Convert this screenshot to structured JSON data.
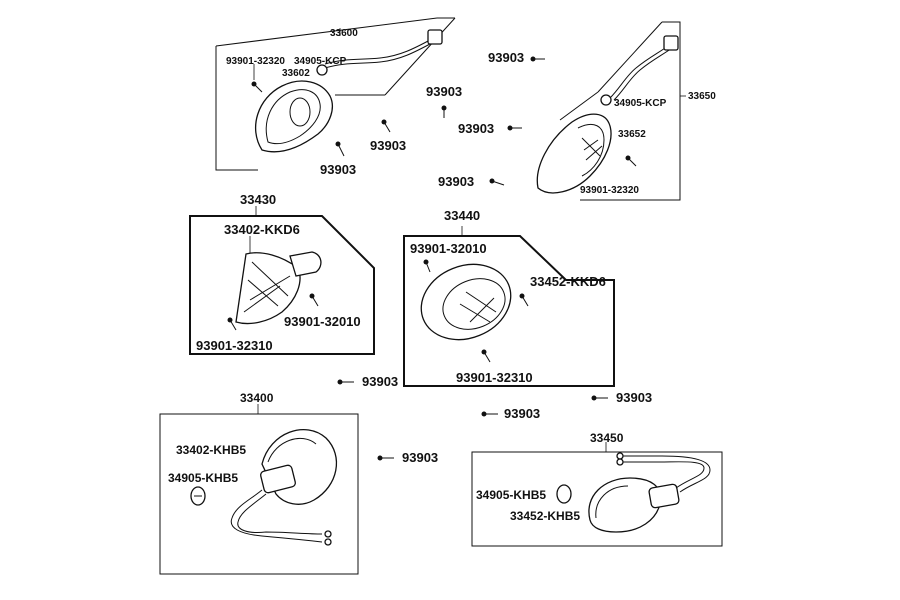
{
  "assemblies": {
    "front_left": {
      "assembly": "33600",
      "screw": "93901-32320",
      "bulb": "34905-KCP",
      "lens": "33602"
    },
    "front_right": {
      "assembly": "33650",
      "bulb": "34905-KCP",
      "lens": "33652",
      "screw": "93901-32320"
    },
    "middle_left": {
      "assembly": "33430",
      "lens": "33402-KKD6",
      "screw_a": "93901-32010",
      "screw_b": "93901-32310"
    },
    "middle_right": {
      "assembly": "33440",
      "screw_a": "93901-32010",
      "lens": "33452-KKD6",
      "screw_b": "93901-32310"
    },
    "rear_left": {
      "assembly": "33400",
      "lens": "33402-KHB5",
      "bulb": "34905-KHB5"
    },
    "rear_right": {
      "assembly": "33450",
      "bulb": "34905-KHB5",
      "lens": "33452-KHB5"
    }
  },
  "loose_screws": [
    "93903",
    "93903",
    "93903",
    "93903",
    "93903",
    "93903",
    "93903",
    "93903",
    "93903",
    "93903"
  ]
}
